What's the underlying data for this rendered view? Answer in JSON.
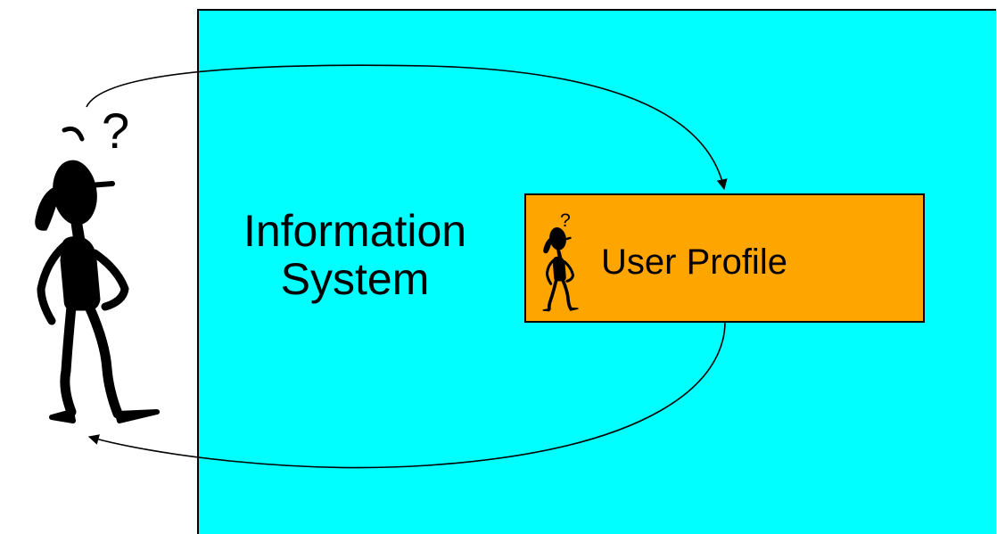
{
  "diagram": {
    "system": {
      "line1": "Information",
      "line2": "System",
      "fill": "#00ffff"
    },
    "profile": {
      "label": "User Profile",
      "fill": "#ffa500"
    },
    "figure": {
      "icon": "thinking-person-icon",
      "question_mark": "?"
    },
    "arrows": [
      "arrow-user-to-profile",
      "arrow-profile-to-user"
    ]
  }
}
